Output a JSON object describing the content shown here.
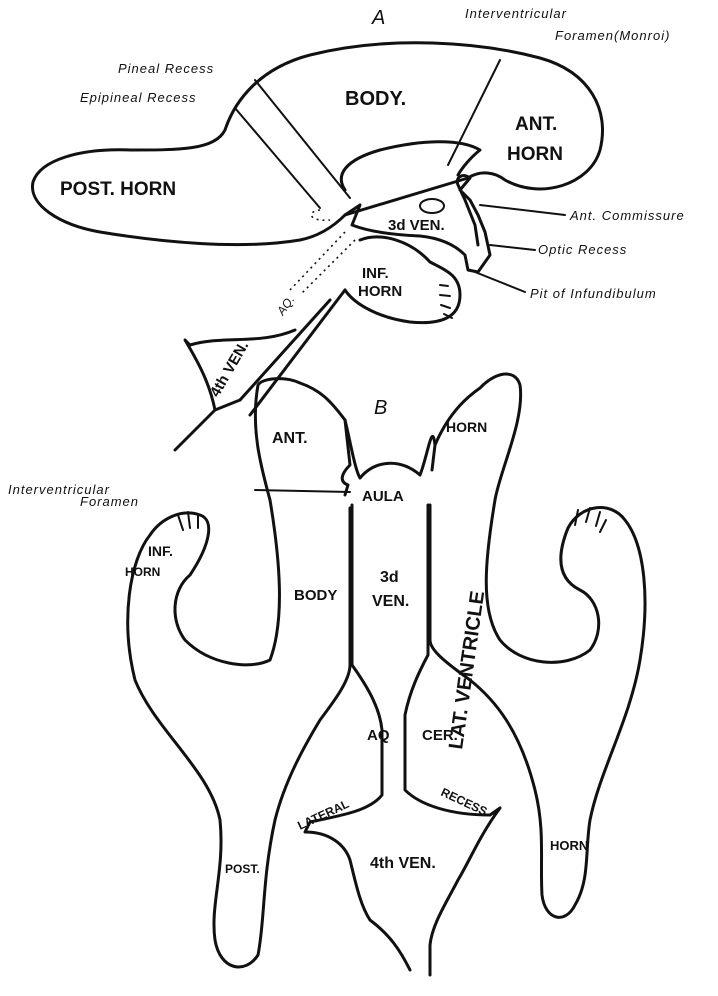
{
  "panel_a": {
    "letter": "A",
    "interventricular_foramen": [
      "Interventricular",
      "Foramen(Monroi)"
    ],
    "pineal_recess": "Pineal Recess",
    "epipineal_recess": "Epipineal Recess",
    "body": "BODY.",
    "ant_horn": [
      "ANT.",
      "HORN"
    ],
    "post_horn": "POST. HORN",
    "third_ven": "3d VEN.",
    "ant_commissure": "Ant. Commissure",
    "optic_recess": "Optic Recess",
    "pit_infundibulum": "Pit of Infundibulum",
    "inf_horn": [
      "INF.",
      "HORN"
    ],
    "aq": "AQ.",
    "fourth_ven": "4th VEN."
  },
  "panel_b": {
    "letter": "B",
    "ant": "ANT.",
    "horn_top": "HORN",
    "interventricular_foramen": [
      "Interventricular",
      "Foramen"
    ],
    "aula": "AULA",
    "inf_horn": [
      "INF.",
      "HORN"
    ],
    "body": "BODY",
    "third_ven": [
      "3d",
      "VEN."
    ],
    "lat_ventricle": "LAT. VENTRICLE",
    "aq": "AQ",
    "cer": "CER.",
    "lateral": "LATERAL",
    "recess": "RECESS",
    "fourth_ven": "4th VEN.",
    "post": "POST.",
    "horn_bottom": "HORN"
  }
}
